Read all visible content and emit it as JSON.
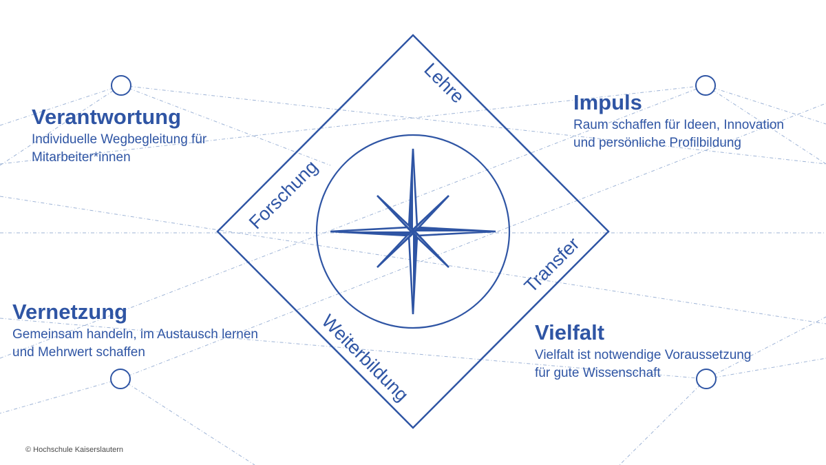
{
  "diagram": {
    "edges": {
      "top_right": "Lehre",
      "top_left": "Forschung",
      "bottom_left": "Weiterbildung",
      "bottom_right": "Transfer"
    }
  },
  "blocks": {
    "verantwortung": {
      "title": "Verantwortung",
      "line1": "Individuelle Wegbegleitung für",
      "line2": "Mitarbeiter*innen"
    },
    "impuls": {
      "title": "Impuls",
      "line1": "Raum schaffen für Ideen, Innovation",
      "line2": "und persönliche Profilbildung"
    },
    "vernetzung": {
      "title": "Vernetzung",
      "line1": "Gemeinsam handeln, im Austausch lernen",
      "line2": "und Mehrwert schaffen"
    },
    "vielfalt": {
      "title": "Vielfalt",
      "line1": "Vielfalt ist notwendige Voraussetzung",
      "line2": "für gute Wissenschaft"
    }
  },
  "footer": {
    "copyright": "© Hochschule Kaiserslautern"
  },
  "colors": {
    "primary": "#2f55a4",
    "guide_lines": "#9db3d6",
    "background": "#ffffff"
  },
  "icons": {
    "center": "compass-rose-icon"
  }
}
